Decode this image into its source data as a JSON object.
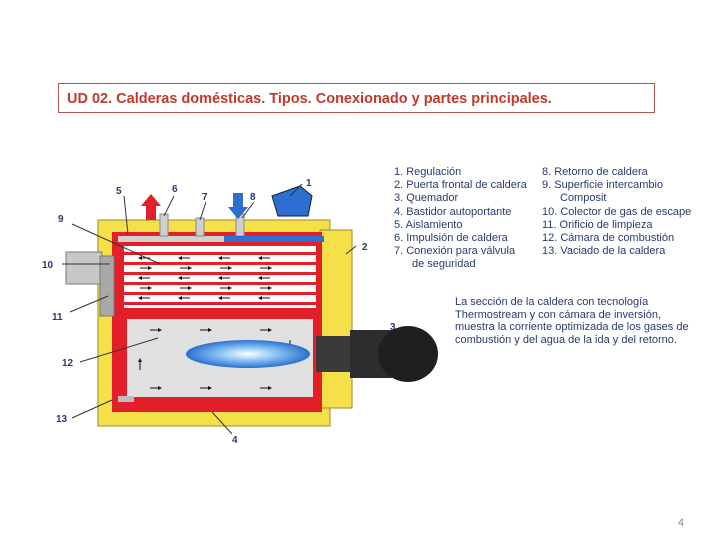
{
  "slide": {
    "title": "UD 02. Calderas domésticas. Tipos. Conexionado y partes principales.",
    "page_number": "4"
  },
  "legend": {
    "left": [
      "1. Regulación",
      "2. Puerta frontal de caldera",
      "3. Quemador",
      "4. Bastidor autoportante",
      "5. Aislamiento",
      "6. Impulsión de caldera",
      "7. Conexión para válvula",
      "de seguridad"
    ],
    "right": [
      "8. Retorno de caldera",
      "9. Superficie intercambio",
      "Composit",
      "10. Colector de gas de escape",
      "11. Orificio de limpieza",
      "12. Cámara de combustión",
      "13. Vaciado de la caldera"
    ]
  },
  "description": "La sección de la caldera con tecnología Thermostream y con cámara de inversión, muestra la corriente optimizada de los gases de combustión y del agua de la ida y del retorno.",
  "callouts": [
    "1",
    "2",
    "3",
    "4",
    "5",
    "6",
    "7",
    "8",
    "9",
    "10",
    "11",
    "12",
    "13"
  ],
  "colors": {
    "title": "#c0392b",
    "insulation": "#f5e04a",
    "water": "#e3202a",
    "chamber": "#d9d9d9",
    "burner": "#2d2d2d",
    "flame": "#3c8fe0",
    "text": "#2a3a6e"
  }
}
